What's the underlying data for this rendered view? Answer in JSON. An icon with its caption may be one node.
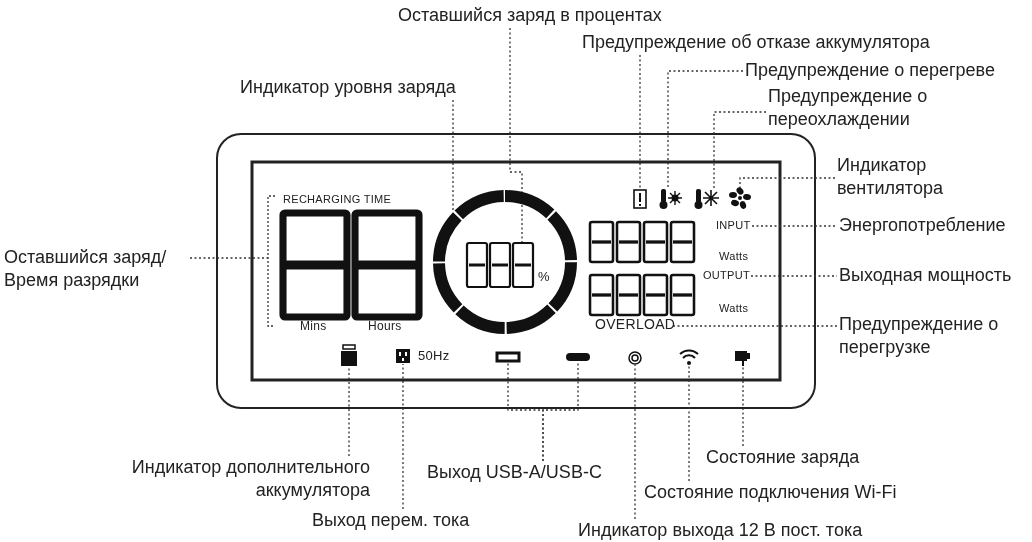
{
  "diagram": {
    "nodes": [
      {
        "text": [
          "Оставшийся заряд в процентах"
        ]
      },
      {
        "text": [
          "Предупреждение об отказе аккумулятора"
        ]
      },
      {
        "text": [
          "Предупреждение о перегреве"
        ]
      },
      {
        "text": [
          "Индикатор уровня заряда"
        ]
      },
      {
        "text": [
          "Предупреждение о переохлаждении"
        ]
      },
      {
        "text": [
          "Индикатор вентилятора"
        ]
      },
      {
        "text": [
          "Энергопотребление"
        ]
      },
      {
        "text": [
          "Оставшийся заряд/ Время разрядки"
        ]
      },
      {
        "text": [
          "Выходная мощность"
        ]
      },
      {
        "text": [
          "Предупреждение о перегрузке"
        ]
      },
      {
        "text": [
          "Индикатор дополнительного аккумулятора"
        ]
      },
      {
        "text": [
          "Выход USB-A/USB-C"
        ]
      },
      {
        "text": [
          "Состояние заряда"
        ]
      },
      {
        "text": [
          "Состояние подключения Wi-Fi"
        ]
      },
      {
        "text": [
          "Выход перем. тока"
        ]
      },
      {
        "text": [
          "Индикатор выхода 12 В пост. тока"
        ]
      },
      {
        "text": [],
        "shape": "digits"
      },
      {
        "text": [],
        "shape": "circle"
      },
      {
        "text": [],
        "shape": "digits",
        "in": 17,
        "beside": [
          "%"
        ]
      },
      {
        "text": [],
        "shape": "icon"
      },
      {
        "text": [],
        "shape": "icon"
      },
      {
        "text": [],
        "shape": "icon"
      },
      {
        "text": [],
        "shape": "icon"
      },
      {
        "text": [
          "INPUT"
        ]
      },
      {
        "text": [
          "OUTPUT"
        ]
      },
      {
        "text": [
          "OVERLOAD"
        ]
      },
      {
        "text": [],
        "shape": "box"
      },
      {
        "text": [],
        "shape": "icon"
      },
      {
        "text": [],
        "shape": "box"
      },
      {
        "text": [],
        "shape": "box"
      },
      {
        "text": [],
        "shape": "icon"
      },
      {
        "text": [],
        "shape": "icon"
      },
      {
        "text": [],
        "shape": "icon"
      },
      {
        "text": [],
        "shape": "digits"
      },
      {
        "text": [],
        "shape": "digits"
      }
    ],
    "edges": [
      {
        "from": 0,
        "to": 18,
        "arrow": "none"
      },
      {
        "from": 1,
        "to": 19,
        "arrow": "none"
      },
      {
        "from": 2,
        "to": 20,
        "arrow": "none"
      },
      {
        "from": 3,
        "to": 17,
        "arrow": "none"
      },
      {
        "from": 4,
        "to": 21,
        "arrow": "none"
      },
      {
        "from": 5,
        "to": 22,
        "arrow": "none"
      },
      {
        "from": 6,
        "to": 23,
        "arrow": "none"
      },
      {
        "from": 7,
        "to": 16,
        "arrow": "none"
      },
      {
        "from": 8,
        "to": 24,
        "arrow": "none"
      },
      {
        "from": 9,
        "to": 25,
        "arrow": "none"
      },
      {
        "from": 10,
        "to": 26,
        "arrow": "none"
      },
      {
        "from": 11,
        "to": 28,
        "arrow": "none"
      },
      {
        "from": 11,
        "to": 29,
        "arrow": "none"
      },
      {
        "from": 12,
        "to": 32,
        "arrow": "none"
      },
      {
        "from": 13,
        "to": 31,
        "arrow": "none"
      },
      {
        "from": 14,
        "to": 27,
        "arrow": "none"
      },
      {
        "from": 15,
        "to": 30,
        "arrow": "none"
      }
    ],
    "labels": [
      "RECHARGING TIME",
      "Watts",
      "Mins",
      "Hours",
      "Watts",
      "50Hz"
    ]
  }
}
